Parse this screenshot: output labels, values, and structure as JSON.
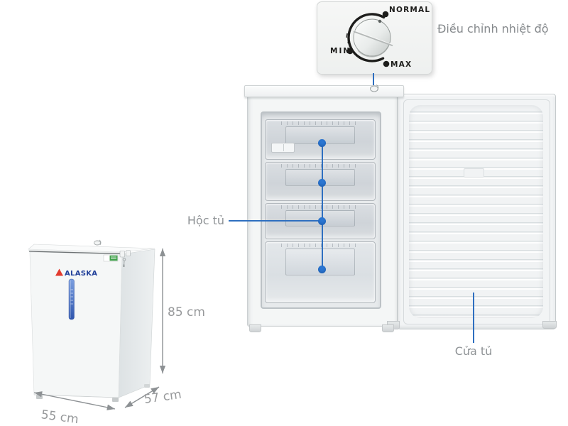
{
  "temperature_dial": {
    "marks": {
      "normal": "NORMAL",
      "min": "MIN",
      "max": "MAX"
    },
    "caption": "Điều chỉnh nhiệt độ"
  },
  "callouts": {
    "drawers": "Hộc tủ",
    "door": "Cửa tủ"
  },
  "dimensions": {
    "height": "85 cm",
    "width": "55 cm",
    "depth": "57 cm"
  },
  "brand": {
    "name": "ALASKA"
  },
  "colors": {
    "accent_blue": "#2b76d2",
    "label_gray": "#8f9396",
    "dial_black": "#1d1d1b",
    "brand_blue": "#21409a",
    "brand_red": "#e23b2e",
    "energy_green": "#3fa04a",
    "cabinet_white": "#f4f6f6"
  }
}
